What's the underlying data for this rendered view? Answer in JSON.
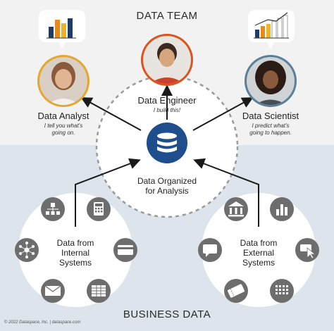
{
  "team_title": "DATA TEAM",
  "business_title": "BUSINESS DATA",
  "roles": {
    "analyst": {
      "name": "Data Analyst",
      "quote_line1": "I tell you what's",
      "quote_line2": "going on."
    },
    "engineer": {
      "name": "Data Engineer",
      "quote_line1": "I build this!"
    },
    "scientist": {
      "name": "Data Scientist",
      "quote_line1": "I predict what's",
      "quote_line2": "going to happen."
    }
  },
  "hub": {
    "label_line1": "Data Organized",
    "label_line2": "for Analysis",
    "icon": "database-icon"
  },
  "internal": {
    "label_line1": "Data from",
    "label_line2": "Internal",
    "label_line3": "Systems",
    "icons": [
      "org-chart-icon",
      "calculator-icon",
      "credit-card-icon",
      "spreadsheet-icon",
      "mail-icon",
      "network-icon"
    ]
  },
  "external": {
    "label_line1": "Data from",
    "label_line2": "External",
    "label_line3": "Systems",
    "icons": [
      "bank-icon",
      "bar-chart-icon",
      "click-cursor-icon",
      "data-grid-icon",
      "ticket-icon",
      "chat-bubble-icon"
    ]
  },
  "footer": "© 2022 Dataspace, Inc.  |  dataspace.com",
  "colors": {
    "accent_blue": "#1f4e8c",
    "icon_gray": "#6d6d6d",
    "analyst_ring": "#e3a72f",
    "engineer_ring": "#d9541e",
    "scientist_ring": "#5a7f99",
    "bar_navy": "#1f3b66",
    "bar_orange": "#e88b1f",
    "bar_gold": "#f0b323"
  }
}
